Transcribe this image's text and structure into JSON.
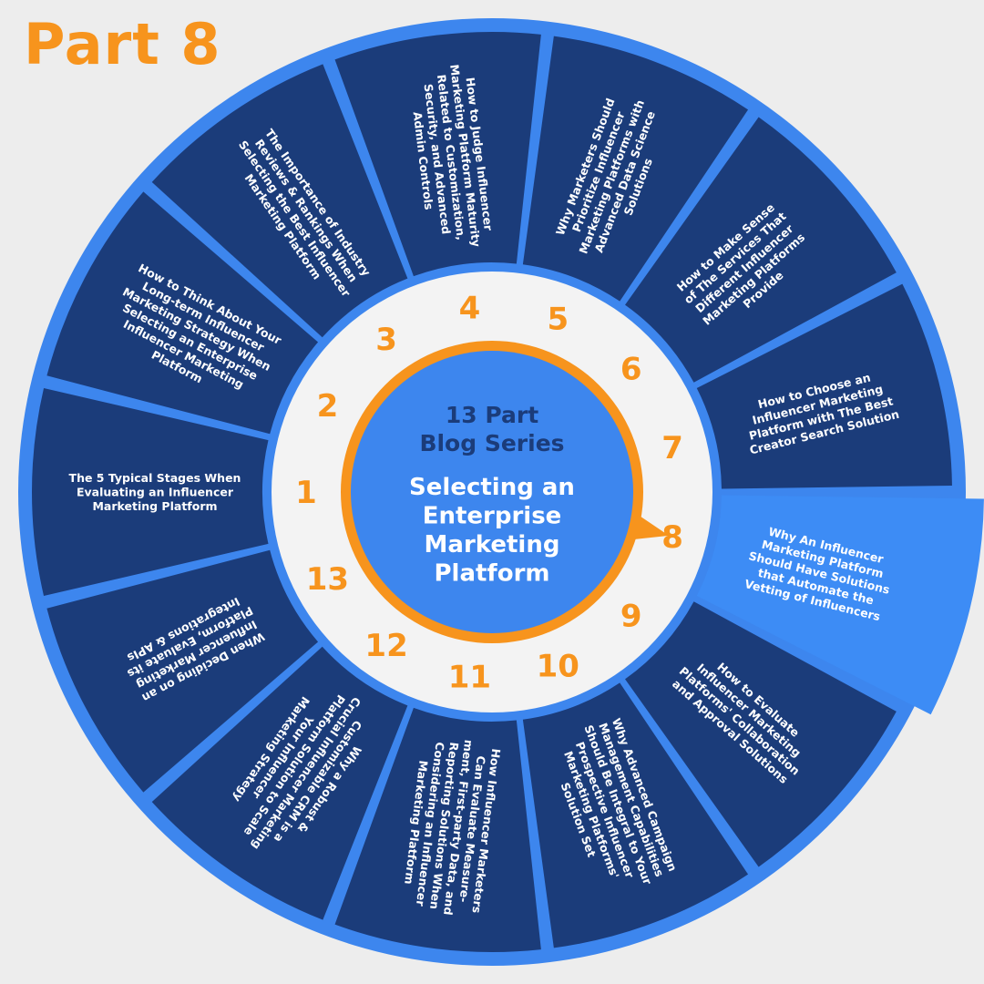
{
  "header": {
    "part_label": "Part 8"
  },
  "hub": {
    "title_lines": [
      "13 Part",
      "Blog Series"
    ],
    "subtitle_lines": [
      "Selecting an",
      "Enterprise",
      "Marketing",
      "Platform"
    ]
  },
  "active_segment": 8,
  "segments": [
    {
      "number": "1",
      "lines": [
        "The 5 Typical Stages When",
        "Evaluating an Influencer",
        "Marketing Platform"
      ]
    },
    {
      "number": "2",
      "lines": [
        "How to Think About Your",
        "Long-term Influencer",
        "Marketing Strategy When",
        "Selecting an Enterprise",
        "Influencer Marketing",
        "Platform"
      ]
    },
    {
      "number": "3",
      "lines": [
        "The Importance of Industry",
        "Reviews & Rankings When",
        "Selecting the Best Influencer",
        "Marketing Platform"
      ]
    },
    {
      "number": "4",
      "lines": [
        "How to Judge Influencer",
        "Marketing Platform Maturity",
        "Related to Customization,",
        "Security, and Advanced",
        "Admin Controls"
      ]
    },
    {
      "number": "5",
      "lines": [
        "Why Marketers Should",
        "Prioritize Influencer",
        "Marketing Platforms with",
        "Advanced Data Science",
        "Solutions"
      ]
    },
    {
      "number": "6",
      "lines": [
        "How to Make Sense",
        "of The Services That",
        "Different Influencer",
        "Marketing Platforms",
        "Provide"
      ]
    },
    {
      "number": "7",
      "lines": [
        "How to Choose an",
        "Influencer Marketing",
        "Platform with The Best",
        "Creator Search Solution"
      ]
    },
    {
      "number": "8",
      "lines": [
        "Why An Influencer",
        "Marketing Platform",
        "Should Have Solutions",
        "that Automate the",
        "Vetting of Influencers"
      ]
    },
    {
      "number": "9",
      "lines": [
        "How to Evaluate",
        "Influencer Marketing",
        "Platforms' Collaboration",
        "and Approval Solutions"
      ]
    },
    {
      "number": "10",
      "lines": [
        "Why Advanced Campaign",
        "Management Capabilities",
        "Should Be Integral to Your",
        "Prospective Influencer",
        "Marketing Platforms'",
        "Solution Set"
      ]
    },
    {
      "number": "11",
      "lines": [
        "How Influencer Marketers",
        "Can Evaluate Measure-",
        "ment, First-party Data, and",
        "Reporting Solutions When",
        "Considering an Influencer",
        "Marketing Platform"
      ]
    },
    {
      "number": "12",
      "lines": [
        "Why a Robust &",
        "Customizable CRM is a",
        "Crucial Influencer Marketing",
        "Platform Solution to Scale",
        "Your Influencer",
        "Marketing Strategy"
      ]
    },
    {
      "number": "13",
      "lines": [
        "When Deciding on an",
        "Influencer Marketing",
        "Platform, Evaluate its",
        "Integrations & APIs"
      ]
    }
  ],
  "colors": {
    "background": "#ededed",
    "outer_ring": "#3d86ee",
    "segment_dark": "#1b3c7a",
    "segment_active": "#3d8cf5",
    "inner_ring": "#f3f3f3",
    "hub": "#3d86ee",
    "accent_orange": "#f7941d",
    "hub_title": "#1b3c7a"
  }
}
